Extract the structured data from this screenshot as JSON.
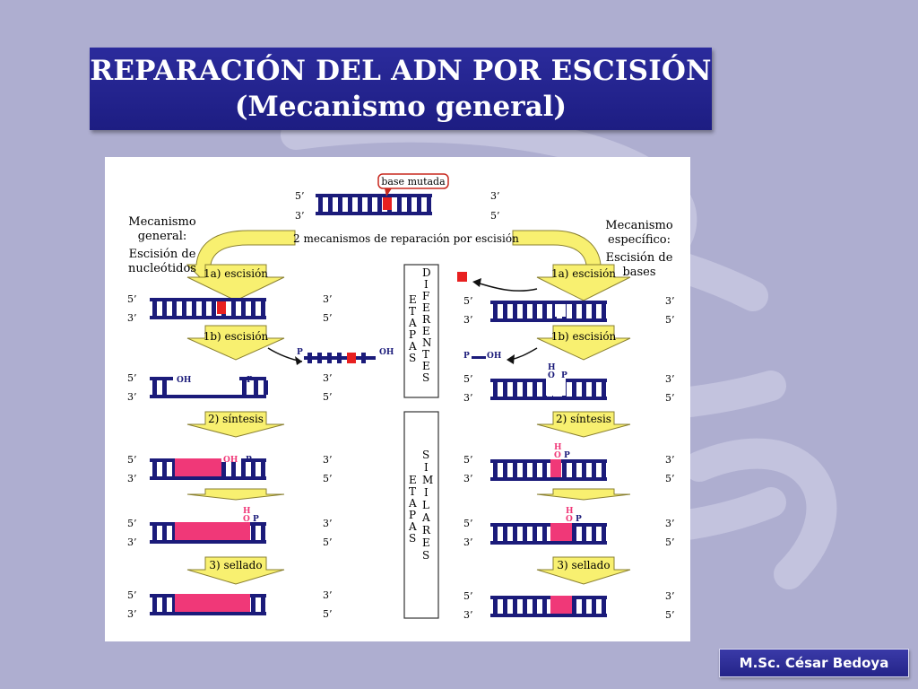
{
  "slide": {
    "title_line1": "REPARACIÓN DEL ADN POR ESCISIÓN",
    "title_line2": "(Mecanismo general)",
    "author": "M.Sc. César Bedoya"
  },
  "diagram": {
    "mutated_base_label": "base mutada",
    "top_arrow_text": "2 mecanismos de reparación por escisión",
    "left_heading": [
      "Mecanismo",
      "general:",
      "Escisión de",
      "nucleótidos"
    ],
    "right_heading": [
      "Mecanismo",
      "específico:",
      "Escisión de",
      "bases"
    ],
    "step_1a": "1a) escisión",
    "step_1b": "1b) escisión",
    "step_2": "2) síntesis",
    "step_3": "3) sellado",
    "end_5": "5’",
    "end_3": "3’",
    "group_different_a": "ETAPAS",
    "group_different_b": "DIFERENTES",
    "group_similar_a": "ETAPAS",
    "group_similar_b": "SIMILARES",
    "oh": "OH",
    "p": "P",
    "h": "H",
    "o": "O"
  },
  "colors": {
    "strand": "#1b1b7a",
    "mutated": "#e82020",
    "new_synthesis": "#f03878",
    "arrow_fill": "#f8f070",
    "arrow_stroke": "#8a8030"
  }
}
